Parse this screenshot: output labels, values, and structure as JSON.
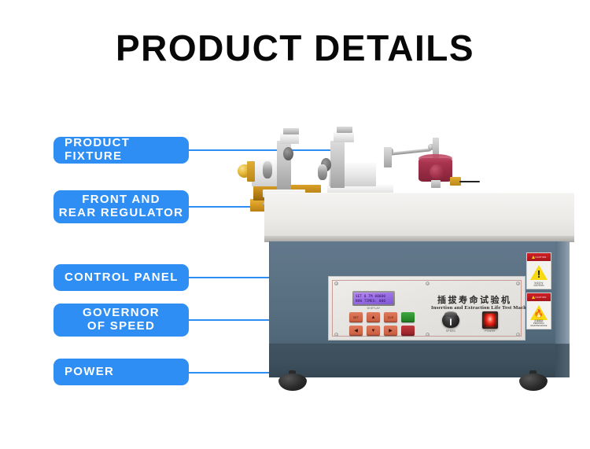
{
  "header": {
    "title": "PRODUCT DETAILS"
  },
  "callouts": [
    {
      "id": "product-fixture",
      "label": "PRODUCT  FIXTURE",
      "lines": [
        "PRODUCT  FIXTURE"
      ]
    },
    {
      "id": "front-rear-regulator",
      "label": "FRONT AND REAR REGULATOR",
      "lines": [
        "FRONT  AND",
        "REAR  REGULATOR"
      ]
    },
    {
      "id": "control-panel",
      "label": "CONTROL  PANEL",
      "lines": [
        "CONTROL  PANEL"
      ]
    },
    {
      "id": "governor-of-speed",
      "label": "GOVERNOR OF SPEED",
      "lines": [
        "GOVERNOR",
        "OF  SPEED"
      ]
    },
    {
      "id": "power",
      "label": "POWER",
      "lines": [
        "POWER"
      ]
    }
  ],
  "machine": {
    "brand_cn": "插拔寿命试验机",
    "brand_en": "Insertion and Extraction Life Test Machine",
    "lcd": {
      "line1": "SET   0 TM 00000",
      "line2": "NOW TIMES:    000",
      "caption": "DISPLAY"
    },
    "keypad": [
      {
        "id": "key-set",
        "text": "SET",
        "glyph": "",
        "color": "orange"
      },
      {
        "id": "key-up",
        "text": "",
        "glyph": "▲",
        "color": "orange"
      },
      {
        "id": "key-clr",
        "text": "CLR",
        "glyph": "",
        "color": "orange"
      },
      {
        "id": "key-start",
        "text": "",
        "glyph": "",
        "color": "green"
      },
      {
        "id": "key-left",
        "text": "",
        "glyph": "◀",
        "color": "orange"
      },
      {
        "id": "key-down",
        "text": "",
        "glyph": "▼",
        "color": "orange"
      },
      {
        "id": "key-right",
        "text": "",
        "glyph": "▶",
        "color": "orange"
      },
      {
        "id": "key-stop",
        "text": "",
        "glyph": "",
        "color": "red"
      }
    ],
    "knob_caption": "SPEED",
    "switch_caption": "POWER",
    "cautions": [
      {
        "head": "CAUTION",
        "cn": "注意安全",
        "en": "CAUTION"
      },
      {
        "head": "CAUTION",
        "cn": "定期保养",
        "en": "PERIODIC MAINTENANCE"
      }
    ]
  },
  "colors": {
    "accent_blue": "#2f8ef4",
    "title_black": "#080808",
    "cabinet_blue": "#5d7386",
    "cabinet_base": "#3c4e5b",
    "gold": "#d79c23",
    "silver": "#d6d6d6",
    "red_disc": "#9e2f49",
    "caution_red": "#cf2027",
    "caution_yellow": "#f7da12",
    "lcd_purple": "#9b6fe6"
  }
}
